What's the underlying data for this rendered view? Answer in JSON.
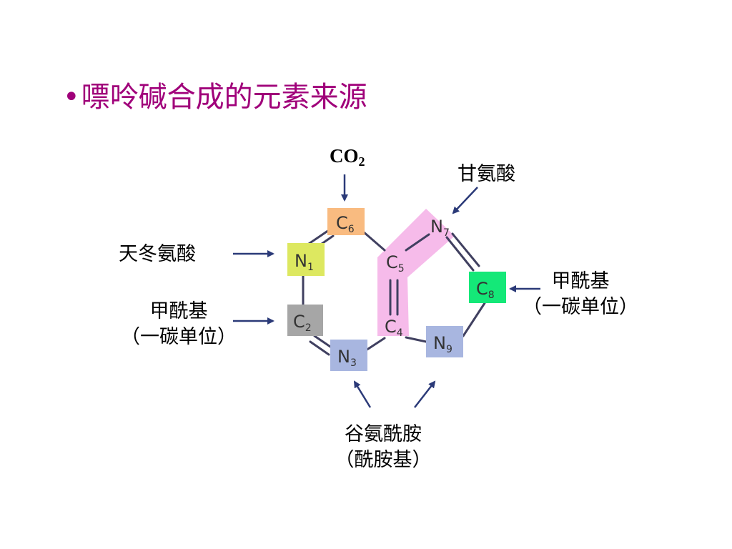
{
  "title": {
    "bullet": "•",
    "text": "嘌呤碱合成的元素来源"
  },
  "atoms": [
    {
      "id": "c6",
      "element": "C",
      "index": "6",
      "color": "#f9bb80"
    },
    {
      "id": "n1",
      "element": "N",
      "index": "1",
      "color": "#dde860"
    },
    {
      "id": "c2",
      "element": "C",
      "index": "2",
      "color": "#a6a6a6"
    },
    {
      "id": "n3",
      "element": "N",
      "index": "3",
      "color": "#a8b6e0"
    },
    {
      "id": "c4",
      "element": "C",
      "index": "4",
      "color": ""
    },
    {
      "id": "c5",
      "element": "C",
      "index": "5",
      "color": ""
    },
    {
      "id": "n7",
      "element": "N",
      "index": "7",
      "color": ""
    },
    {
      "id": "c8",
      "element": "C",
      "index": "8",
      "color": "#14e878"
    },
    {
      "id": "n9",
      "element": "N",
      "index": "9",
      "color": "#a8b6e0"
    }
  ],
  "glycine_highlight_color": "#f5b4e8",
  "sources": {
    "co2": {
      "main": "CO",
      "sub": "2"
    },
    "glycine": "甘氨酸",
    "aspartate": "天冬氨酸",
    "formyl_left": {
      "line1": "甲酰基",
      "line2": "（一碳单位）"
    },
    "formyl_right": {
      "line1": "甲酰基",
      "line2": "（一碳单位）"
    },
    "glutamine": {
      "line1": "谷氨酰胺",
      "line2": "（酰胺基）"
    }
  },
  "colors": {
    "title": "#a0007a",
    "arrow": "#2b3a78",
    "bond": "#404060",
    "text": "#000000"
  }
}
